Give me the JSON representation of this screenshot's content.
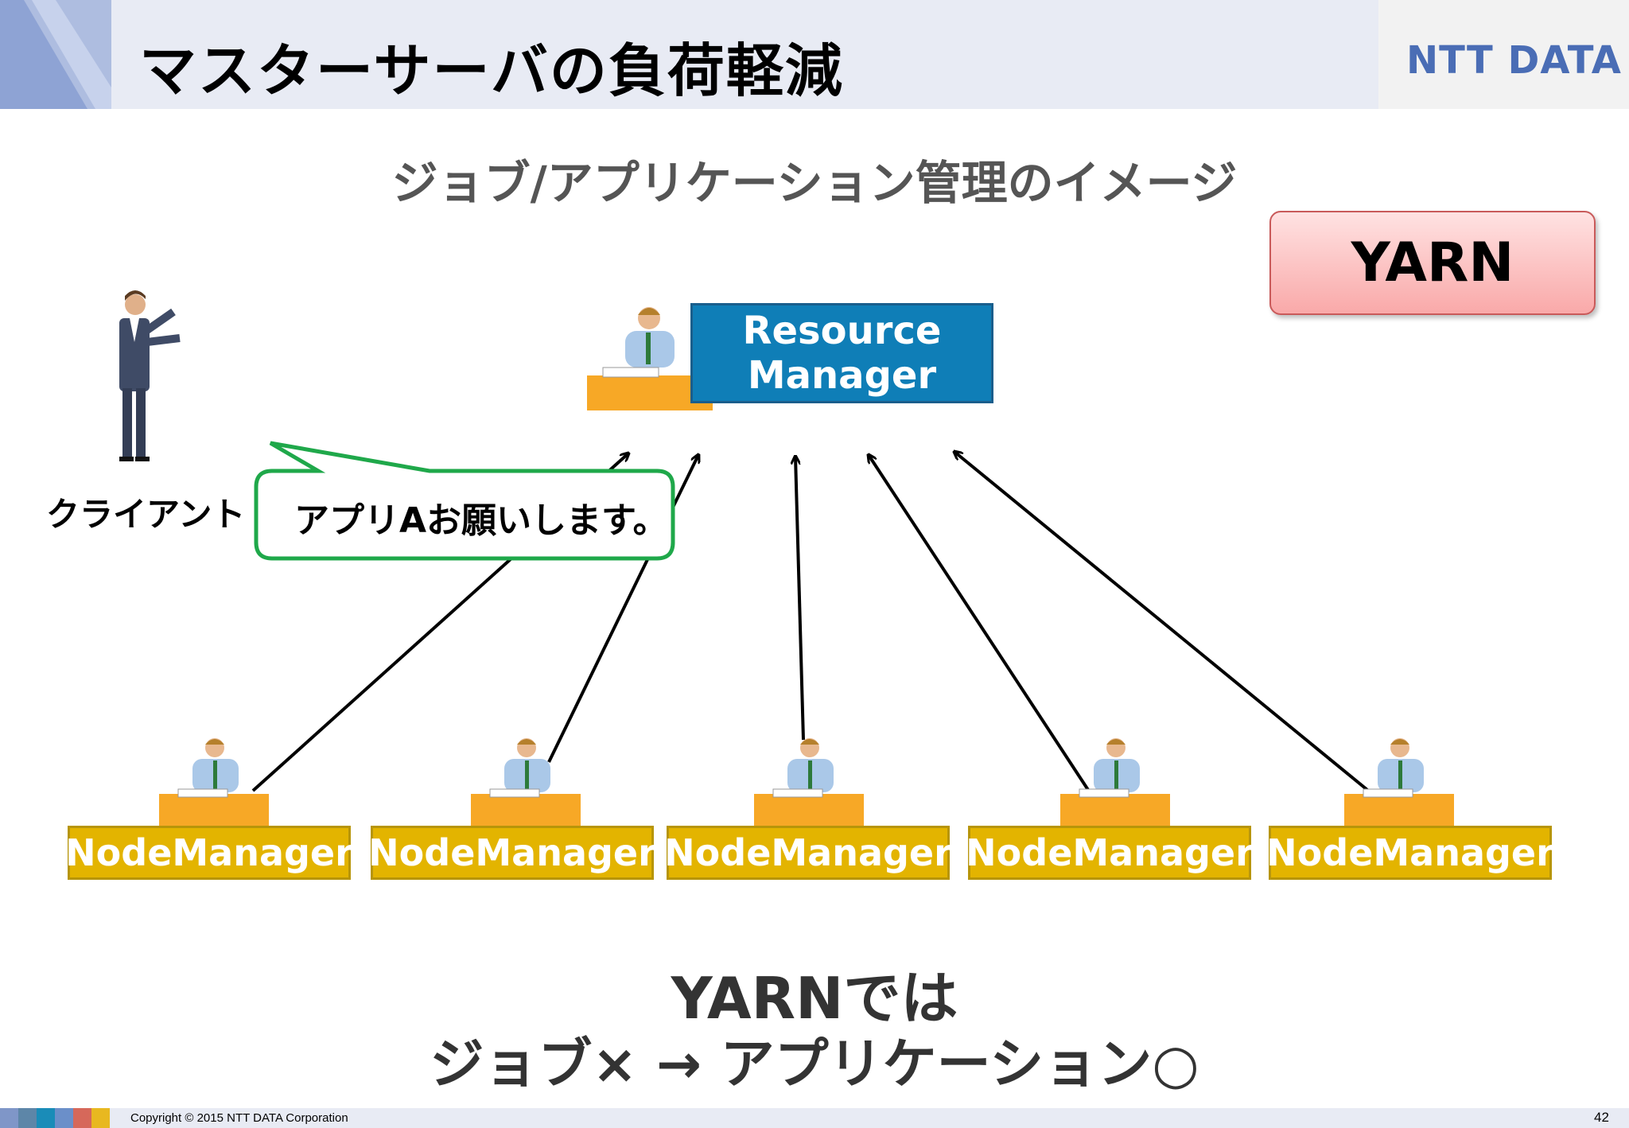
{
  "slide": {
    "title": "マスターサーバの負荷軽減",
    "logo": "NTT DATA",
    "subtitle": "ジョブ/アプリケーション管理のイメージ",
    "badge": "YARN"
  },
  "diagram": {
    "resource_manager": {
      "line1": "Resource",
      "line2": "Manager"
    },
    "client_label": "クライアント",
    "speech_bubble": "アプリAお願いします。",
    "node_managers": [
      "NodeManager",
      "NodeManager",
      "NodeManager",
      "NodeManager",
      "NodeManager"
    ],
    "icons": {
      "client": "businessman-icon",
      "worker": "desk-worker-icon"
    },
    "colors": {
      "resource_manager": "#0f7eb7",
      "node_manager": "#e3b400",
      "bubble_border": "#1fa84a",
      "badge": "#f9a9a9"
    }
  },
  "conclusion": {
    "line1": "YARNでは",
    "line2": "ジョブ× → アプリケーション○"
  },
  "footer": {
    "copyright": "Copyright © 2015 NTT DATA Corporation",
    "page_number": "42"
  }
}
